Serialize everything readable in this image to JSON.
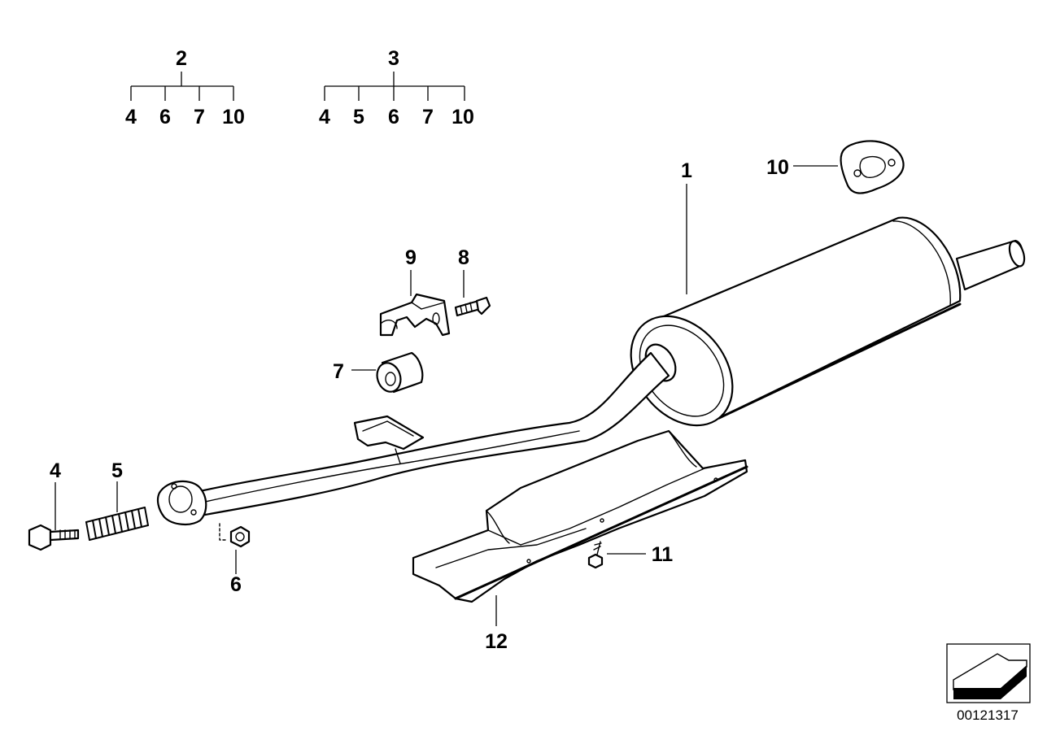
{
  "tree_2": {
    "root": "2",
    "children": [
      "4",
      "6",
      "7",
      "10"
    ]
  },
  "tree_3": {
    "root": "3",
    "children": [
      "4",
      "5",
      "6",
      "7",
      "10"
    ]
  },
  "callouts": {
    "muffler": "1",
    "flange_gasket": "10",
    "clamp": "9",
    "clamp_screw": "8",
    "rubber_mount": "7",
    "bolt": "4",
    "spring": "5",
    "nut": "6",
    "heat_shield_screw": "11",
    "heat_shield": "12"
  },
  "reference_number": "00121317",
  "colors": {
    "ink": "#000000",
    "background": "#ffffff"
  }
}
